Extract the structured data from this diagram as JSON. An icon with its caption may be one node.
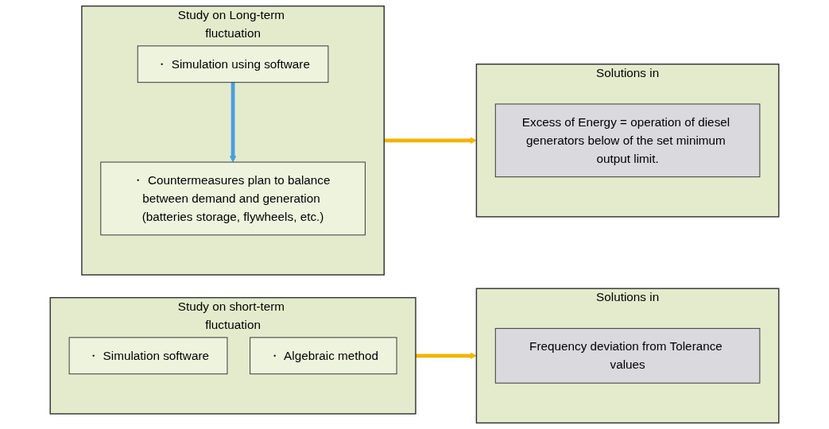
{
  "diagram": {
    "nodes": [
      {
        "text": [
          "Study on short-term fluctuation"
        ]
      },
      {
        "text": [
          "・ Simulation software"
        ],
        "in": 0
      },
      {
        "text": [
          "・ Algebraic method"
        ],
        "in": 0
      },
      {
        "text": [
          "Solutions in"
        ]
      },
      {
        "text": [
          "Frequency deviation from Tolerance values"
        ],
        "in": 3
      },
      {
        "text": [
          "Study on Long-term fluctuation"
        ]
      },
      {
        "text": [
          "・ Simulation using software"
        ],
        "in": 5
      },
      {
        "text": [
          "・ Countermeasures plan to balance between demand and generation (batteries storage, flywheels, etc.)"
        ],
        "in": 5
      },
      {
        "text": [
          "Solutions in"
        ]
      },
      {
        "text": [
          "Excess of Energy = operation of diesel generators below of the set minimum output limit."
        ],
        "in": 8
      }
    ],
    "edges": [
      {
        "from": 0,
        "to": 3,
        "arrow": "to"
      },
      {
        "from": 6,
        "to": 7,
        "arrow": "to",
        "color": "#4a9de0"
      },
      {
        "from": 5,
        "to": 8,
        "arrow": "to"
      }
    ]
  }
}
